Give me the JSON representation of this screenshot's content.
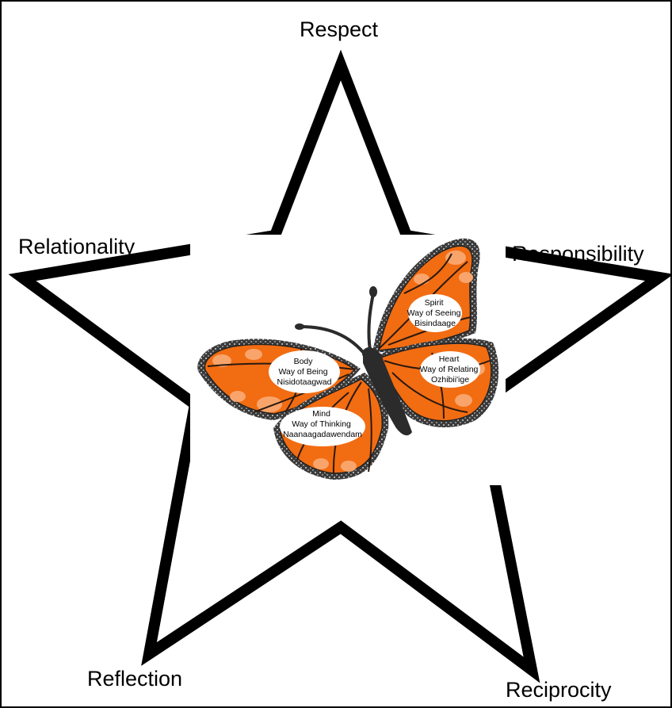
{
  "star_points": [
    {
      "id": "top",
      "label": "Respect"
    },
    {
      "id": "left",
      "label": "Relationality"
    },
    {
      "id": "right",
      "label": "Responsibility"
    },
    {
      "id": "bottom_left",
      "label": "Reflection"
    },
    {
      "id": "bottom_right",
      "label": "Reciprocity"
    }
  ],
  "butterfly": {
    "wings": [
      {
        "id": "spirit",
        "lines": [
          "Spirit",
          "Way of Seeing",
          "Bisindaage"
        ]
      },
      {
        "id": "heart",
        "lines": [
          "Heart",
          "Way of Relating",
          "Ozhibii'ige"
        ]
      },
      {
        "id": "body",
        "lines": [
          "Body",
          "Way of Being",
          "Nisidotaagwad"
        ]
      },
      {
        "id": "mind",
        "lines": [
          "Mind",
          "Way of Thinking",
          "Naanaagadawendam"
        ]
      }
    ]
  },
  "colors": {
    "wing_orange": "#f26c12",
    "wing_spot": "#f9a46b",
    "wing_border": "#3a3a3a",
    "body": "#2b2b2b",
    "star_stroke": "#000000"
  }
}
